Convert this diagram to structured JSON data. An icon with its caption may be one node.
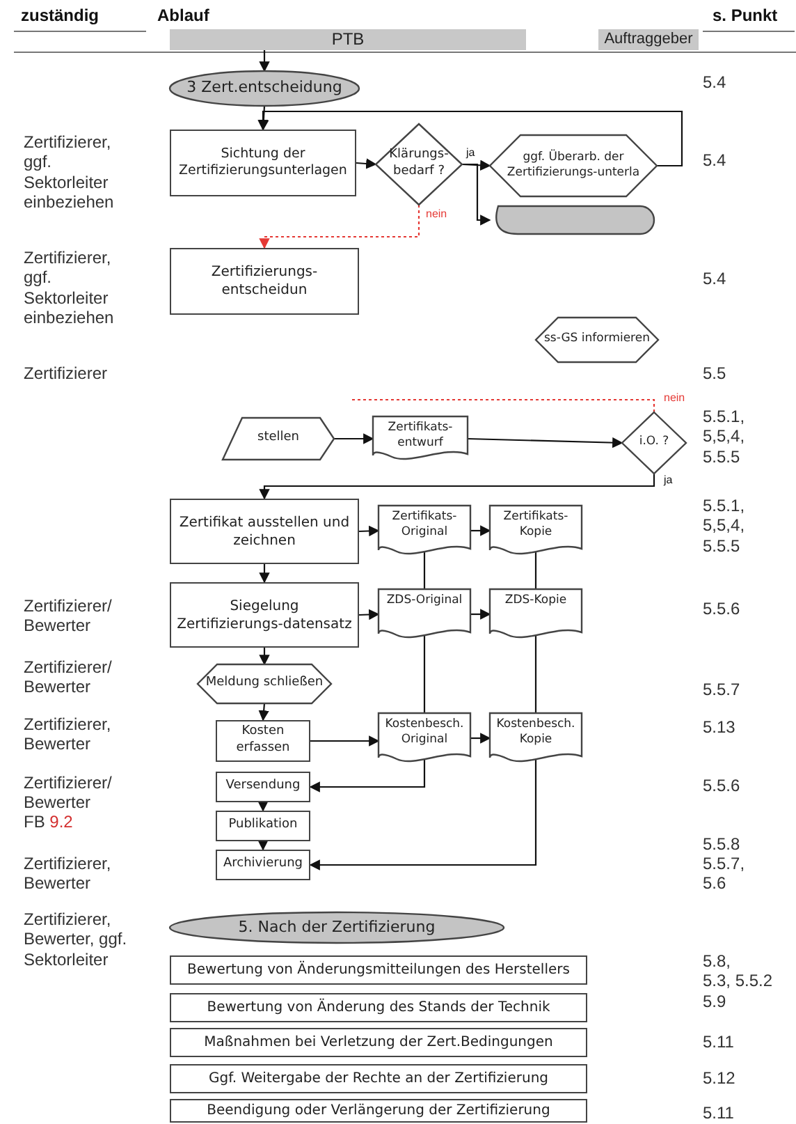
{
  "diagram": {
    "nodes": [
      {
        "text": [
          "PTB"
        ]
      },
      {
        "text": [
          "Auftraggeber"
        ]
      },
      {
        "text": [
          "3 Zert.entscheidung"
        ]
      },
      {
        "text": [
          "Sichtung der Zertifizierungsunterlagen"
        ]
      },
      {
        "text": [
          "Klärungs-bedarf ?"
        ]
      },
      {
        "text": [
          "ggf. Überarb. der Zertifizierungs-unterla"
        ]
      },
      {
        "text": [],
        "shape": "box"
      },
      {
        "text": [
          "Zertifizierungs-entscheidun"
        ]
      },
      {
        "text": [
          "ss-GS informieren"
        ]
      },
      {
        "text": [
          "stellen"
        ]
      },
      {
        "text": [
          "Zertifikats-entwurf"
        ]
      },
      {
        "text": [
          "i.O. ?"
        ]
      },
      {
        "text": [
          "Zertifikat ausstellen und zeichnen"
        ]
      },
      {
        "text": [
          "Zertifikats-Original"
        ]
      },
      {
        "text": [
          "Zertifikats-Kopie"
        ]
      },
      {
        "text": [
          "Siegelung Zertifizierungs-datensatz"
        ]
      },
      {
        "text": [
          "ZDS-Original"
        ]
      },
      {
        "text": [
          "ZDS-Kopie"
        ]
      },
      {
        "text": [
          "Meldung schließen"
        ]
      },
      {
        "text": [
          "Kosten erfassen"
        ]
      },
      {
        "text": [
          "Kostenbesch. Original"
        ]
      },
      {
        "text": [
          "Kostenbesch. Kopie"
        ]
      },
      {
        "text": [
          "Versendung"
        ]
      },
      {
        "text": [
          "Publikation"
        ]
      },
      {
        "text": [
          "Archivierung"
        ]
      },
      {
        "text": [
          "5. Nach der Zertifizierung"
        ]
      },
      {
        "text": [
          "Bewertung von Änderungsmitteilungen des Herstellers"
        ]
      },
      {
        "text": [
          "Bewertung von Änderung des Stands der Technik"
        ]
      },
      {
        "text": [
          "Maßnahmen bei Verletzung der Zert.Bedingungen"
        ]
      },
      {
        "text": [
          "Ggf. Weitergabe der Rechte an der Zertifizierung"
        ]
      },
      {
        "text": [
          "Beendigung oder Verlängerung der Zertifizierung"
        ]
      }
    ],
    "edges": [
      {
        "from": 0,
        "to": 2,
        "arrow": "to"
      },
      {
        "from": 2,
        "to": 3,
        "arrow": "to"
      },
      {
        "from": 3,
        "to": 4,
        "arrow": "to"
      },
      {
        "from": 4,
        "to": 5,
        "arrow": "to",
        "label": "ja"
      },
      {
        "from": 4,
        "to": 6,
        "arrow": "to"
      },
      {
        "from": 5,
        "to": 3,
        "arrow": "to"
      },
      {
        "from": 4,
        "to": 7,
        "arrow": "to",
        "label": "nein",
        "style": "dashed",
        "color": "#e53935"
      },
      {
        "from": 9,
        "to": 10,
        "arrow": "to"
      },
      {
        "from": 10,
        "to": 11,
        "arrow": "to"
      },
      {
        "from": 11,
        "to": null,
        "arrow": "none",
        "label": "nein",
        "style": "dashed",
        "color": "#e53935"
      },
      {
        "from": 11,
        "to": 12,
        "arrow": "to",
        "label": "ja"
      },
      {
        "from": 12,
        "to": 13,
        "arrow": "to"
      },
      {
        "from": 13,
        "to": 14,
        "arrow": "to"
      },
      {
        "from": 12,
        "to": 15,
        "arrow": "to"
      },
      {
        "from": 15,
        "to": 16,
        "arrow": "to"
      },
      {
        "from": 16,
        "to": 17,
        "arrow": "to"
      },
      {
        "from": 13,
        "to": 16,
        "arrow": "none"
      },
      {
        "from": 14,
        "to": 17,
        "arrow": "none"
      },
      {
        "from": 15,
        "to": 18,
        "arrow": "to"
      },
      {
        "from": 18,
        "to": 19,
        "arrow": "to"
      },
      {
        "from": 19,
        "to": 20,
        "arrow": "to"
      },
      {
        "from": 20,
        "to": 21,
        "arrow": "to"
      },
      {
        "from": 16,
        "to": 20,
        "arrow": "none"
      },
      {
        "from": 17,
        "to": 21,
        "arrow": "none"
      },
      {
        "from": 20,
        "to": 22,
        "arrow": "to"
      },
      {
        "from": 21,
        "to": 24,
        "arrow": "to"
      },
      {
        "from": 22,
        "to": 23,
        "arrow": "to"
      },
      {
        "from": 23,
        "to": 24,
        "arrow": "to"
      }
    ],
    "labels": [
      "zuständig",
      "Ablauf",
      "s. Punkt",
      "5.4",
      "Zertifizierer, ggf. Sektorleiter einbeziehen",
      "5.4",
      "Zertifizierer, ggf. Sektorleiter einbeziehen",
      "5.4",
      "Zertifizierer",
      "5.5",
      "5.5.1, 5,5,4, 5.5.5",
      "5.5.1, 5,5,4, 5.5.5",
      "Zertifizierer/ Bewerter",
      "5.5.6",
      "Zertifizierer/ Bewerter",
      "5.5.7",
      "Zertifizierer, Bewerter",
      "5.13",
      "Zertifizierer/ Bewerter",
      "FB 9.2",
      "5.5.6",
      "5.5.8",
      "Zertifizierer, Bewerter",
      "5.5.7, 5.6",
      "Zertifizierer, Bewerter, ggf. Sektorleiter",
      "5.8,",
      "5.3, 5.5.2",
      "5.9",
      "5.11",
      "5.12",
      "5.11"
    ]
  }
}
